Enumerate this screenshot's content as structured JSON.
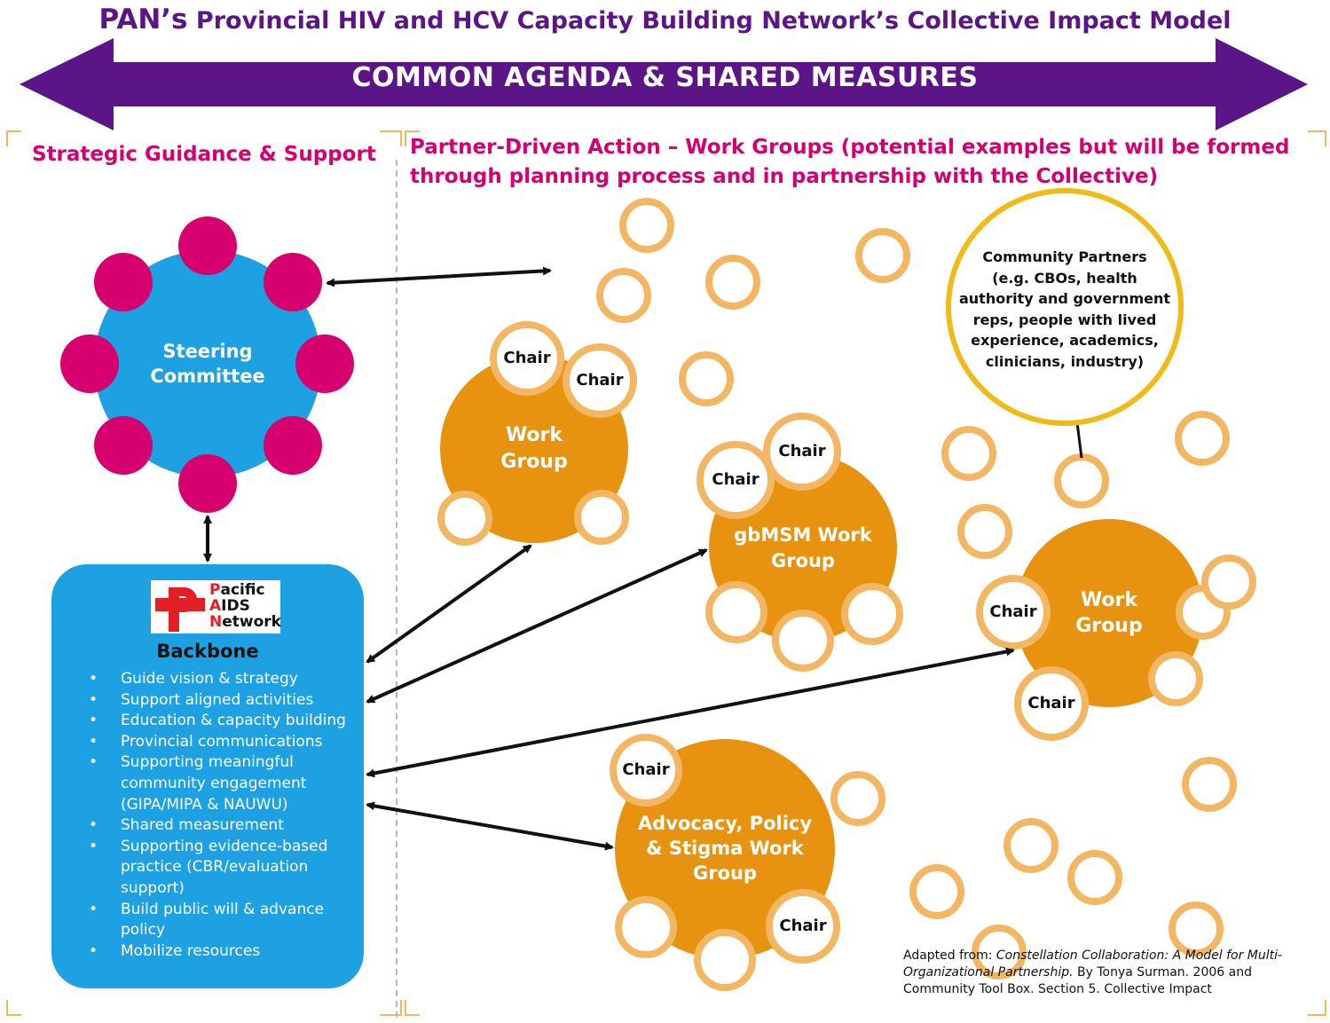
{
  "title": {
    "prefix": "PAN’s",
    "rest": "Provincial HIV and HCV Capacity Building Network’s Collective Impact Model"
  },
  "banner": "COMMON AGENDA & SHARED MEASURES",
  "left_heading": "Strategic Guidance & Support",
  "right_heading": {
    "line1": "Partner-Driven Action – Work Groups (potential examples but will be formed",
    "line2": "through planning process and in partnership with the Collective)"
  },
  "steering": {
    "line1": "Steering",
    "line2": "Committee"
  },
  "backbone": {
    "logo": {
      "l1_first": "P",
      "l1_rest": "acific",
      "l2_first": "A",
      "l2_rest": "IDS",
      "l3_first": "N",
      "l3_rest": "etwork"
    },
    "title": "Backbone",
    "items": [
      "Guide vision & strategy",
      "Support aligned activities",
      "Education & capacity building",
      "Provincial communications",
      "Supporting meaningful community engagement (GIPA/MIPA & NAUWU)",
      "Shared measurement",
      "Supporting evidence-based practice (CBR/evaluation support)",
      "Build public will & advance policy",
      "Mobilize resources"
    ]
  },
  "work_groups": {
    "wg1": {
      "line1": "Work",
      "line2": "Group"
    },
    "gbmsm": {
      "line1": "gbMSM Work",
      "line2": "Group"
    },
    "wg3": {
      "line1": "Work",
      "line2": "Group"
    },
    "advocacy": {
      "line1": "Advocacy, Policy",
      "line2": "& Stigma Work",
      "line3": "Group"
    }
  },
  "chair_label": "Chair",
  "community_partners": {
    "line1": "Community Partners",
    "line2": "(e.g. CBOs, health",
    "line3": "authority and government",
    "line4": "reps, people with lived",
    "line5": "experience, academics,",
    "line6": "clinicians, industry)"
  },
  "source": {
    "prefix": "Adapted from: ",
    "italic": "Constellation Collaboration: A Model for Multi-Organizational Partnership.",
    "rest": " By Tonya Surman. 2006 and Community Tool Box. Section 5. Collective Impact"
  },
  "colors": {
    "purple": "#5c1587",
    "magenta": "#d4006f",
    "steering_blue": "#1da1e2",
    "orange": "#e8930f",
    "ring_orange": "#f3b764",
    "yellow": "#f0bb16"
  }
}
